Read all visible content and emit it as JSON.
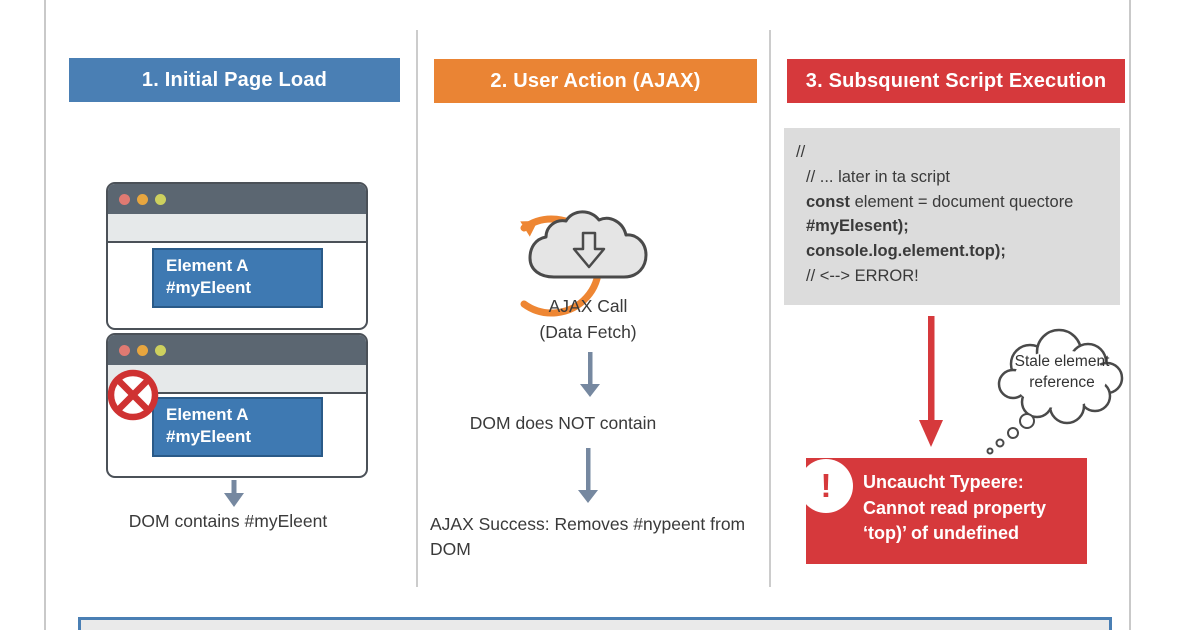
{
  "columns": {
    "col1": {
      "header": "1. Initial Page Load",
      "window1": {
        "element_line1": "Element A",
        "element_line2": "#myEleent"
      },
      "window2": {
        "element_line1": "Element A",
        "element_line2": "#myEleent"
      },
      "caption": "DOM contains #myEleent"
    },
    "col2": {
      "header": "2. User Action (AJAX)",
      "cloud_caption_line1": "AJAX Call",
      "cloud_caption_line2": "(Data Fetch)",
      "dom_caption": "DOM does NOT contain",
      "ajax_caption": "AJAX Success: Removes #nypeent from DOM"
    },
    "col3": {
      "header": "3. Subsquıent Script Execution",
      "code": {
        "line1": "//",
        "line2": "// ... later in ta script",
        "line3_keyword": "const",
        "line3_rest": " element = document quectore",
        "line4": "#myElesent);",
        "line5": "console.log.element.top);",
        "line6": "// <--> ERROR!"
      },
      "thought_line1": "Stale element",
      "thought_line2": "reference",
      "error_line1": "Uncaucht Typeere:",
      "error_line2": "Cannot read property",
      "error_line3": "‘top)’ of undefined"
    }
  },
  "icons": {
    "exclamation_glyph": "!",
    "prohibition": "circle-x",
    "cloud": "cloud-download"
  },
  "colors": {
    "col1_header_bg": "#4a7fb4",
    "col2_header_bg": "#ea8434",
    "col3_header_bg": "#d6393c",
    "element_box_bg": "#3e79b2",
    "element_box_border": "#2a5a88",
    "error_box_bg": "#d6393c",
    "code_block_bg": "#dcdcdc",
    "arrow_gray": "#7688a0",
    "arrow_red": "#d6393c",
    "arrow_orange": "#ee8633",
    "browser_titlebar": "#5b6671",
    "browser_toolbar": "#e6e9ea",
    "dot_red": "#e07a72",
    "dot_orange": "#e8a63f",
    "dot_yellow": "#cdd05e"
  }
}
